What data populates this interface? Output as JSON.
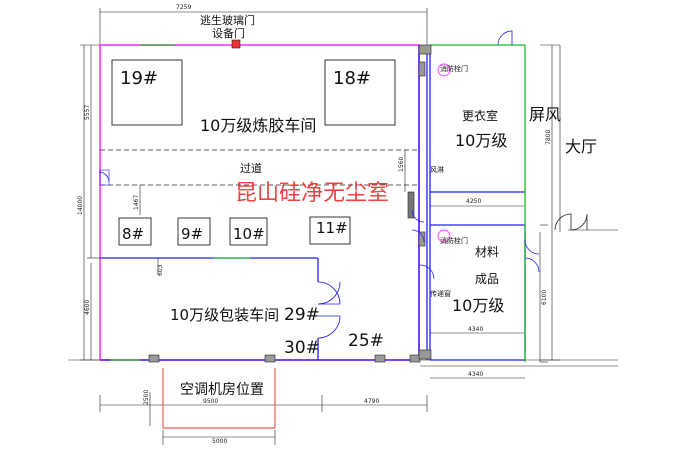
{
  "rooms": {
    "escape_door_label": "逃生玻璃门",
    "equipment_door_label": "设备门",
    "mixing_workshop_label": "10万级炼胶车间",
    "corridor_label": "过道",
    "watermark": "昆山硅净无尘室",
    "changing_room_label": "更衣室",
    "changing_room_class": "10万级",
    "screen_label": "屏风",
    "hall_label": "大厅",
    "fire_door_top_label": "消防栓门",
    "air_shower_label": "风淋",
    "fire_door_mid_label": "消防栓门",
    "material_label": "材料",
    "product_label": "成品",
    "material_class": "10万级",
    "pass_box_label": "传递窗",
    "packing_workshop_label": "10万级包装车间",
    "ac_room_label": "空调机房位置"
  },
  "machines": {
    "m19": "19#",
    "m18": "18#",
    "m8": "8#",
    "m9": "9#",
    "m10": "10#",
    "m11": "11#",
    "m29": "29#",
    "m30": "30#",
    "m25": "25#"
  },
  "dimensions": {
    "top_width": "7259",
    "upper_height": "5557",
    "total_height": "14000",
    "lower_height": "4600",
    "small_1467": "1467",
    "small_603": "603",
    "corridor_1560": "1560",
    "screen_7800": "7800",
    "changing_4250": "4250",
    "right_6100": "6100",
    "right_4340_a": "4340",
    "right_4340_b": "4340",
    "bottom_9500": "9500",
    "bottom_4790": "4790",
    "ac_2500": "2500",
    "ac_5000": "5000"
  },
  "colors": {
    "wall_magenta": "#ff33ff",
    "wall_blue": "#2222ee",
    "wall_green": "#22bb22",
    "watermark_red": "#ee2222",
    "ac_room_red": "#ee3333"
  }
}
